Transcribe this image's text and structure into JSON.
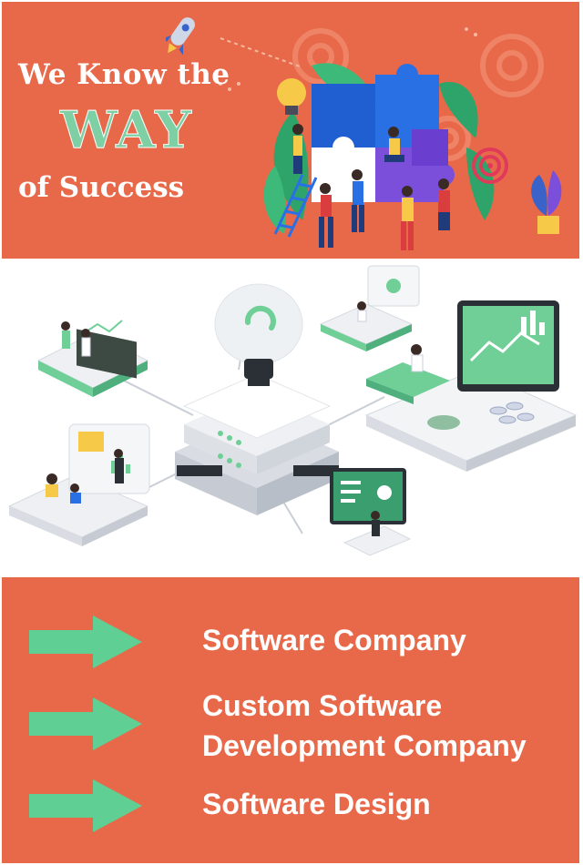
{
  "headline": {
    "line1": "We Know the",
    "line2": "WAY",
    "line3": "of Success"
  },
  "services": [
    {
      "label": "Software Company"
    },
    {
      "label_line1": "Custom Software",
      "label_line2": "Development Company"
    },
    {
      "label": "Software Design"
    }
  ],
  "colors": {
    "banner": "#e8694a",
    "accent_green": "#6fcf97",
    "arrow_green": "#5fcf94"
  },
  "icons": [
    "rocket-icon",
    "lightbulb-icon",
    "gear-icon",
    "puzzle-icon",
    "target-icon",
    "arrow-right-icon"
  ]
}
